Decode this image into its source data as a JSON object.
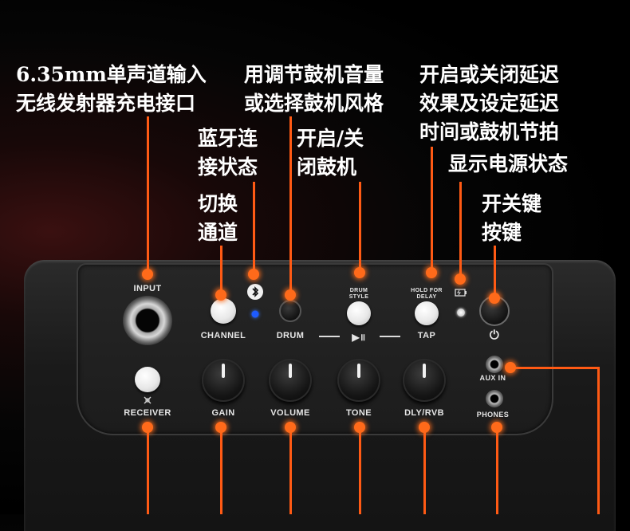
{
  "annotations": {
    "input": [
      "6.35mm单声道输入",
      "无线发射器充电接口"
    ],
    "volume": [
      "用调节鼓机音量",
      "或选择鼓机风格"
    ],
    "delay": [
      "开启或关闭延迟",
      "效果及设定延迟",
      "时间或鼓机节拍"
    ],
    "bluetooth": [
      "蓝牙连",
      "接状态"
    ],
    "drum": [
      "开启/关",
      "闭鼓机"
    ],
    "power_status": "显示电源状态",
    "channel": [
      "切换",
      "通道"
    ],
    "power_key": [
      "开关键",
      "按键"
    ]
  },
  "panel": {
    "input": "INPUT",
    "channel": "CHANNEL",
    "drum": "DRUM",
    "drum_style": [
      "DRUM",
      "STYLE"
    ],
    "hold_for_delay": [
      "HOLD FOR",
      "DELAY"
    ],
    "tap": "TAP",
    "play_pause": "▶॥",
    "receiver": "RECEIVER",
    "gain": "GAIN",
    "volume": "VOLUME",
    "tone": "TONE",
    "dly_rvb": "DLY/RVB",
    "aux_in": "AUX IN",
    "phones": "PHONES",
    "power_symbol": "⏻"
  },
  "colors": {
    "accent": "#ff5a14",
    "bluetooth_led": "#1e5bff"
  },
  "icons": [
    "bluetooth-icon",
    "battery-icon",
    "power-icon",
    "play-pause-icon",
    "receiver-icon"
  ]
}
